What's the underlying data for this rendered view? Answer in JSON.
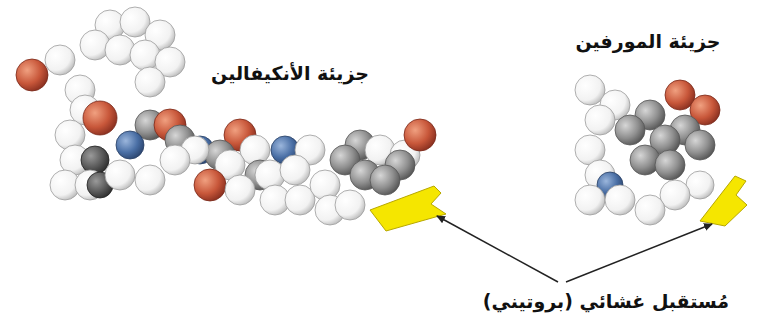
{
  "diagram": {
    "labels": [
      "جزيئة الأنكيفالين",
      "جزيئة المورفين",
      "مُستقبل غشائي (بروتيني)"
    ]
  }
}
